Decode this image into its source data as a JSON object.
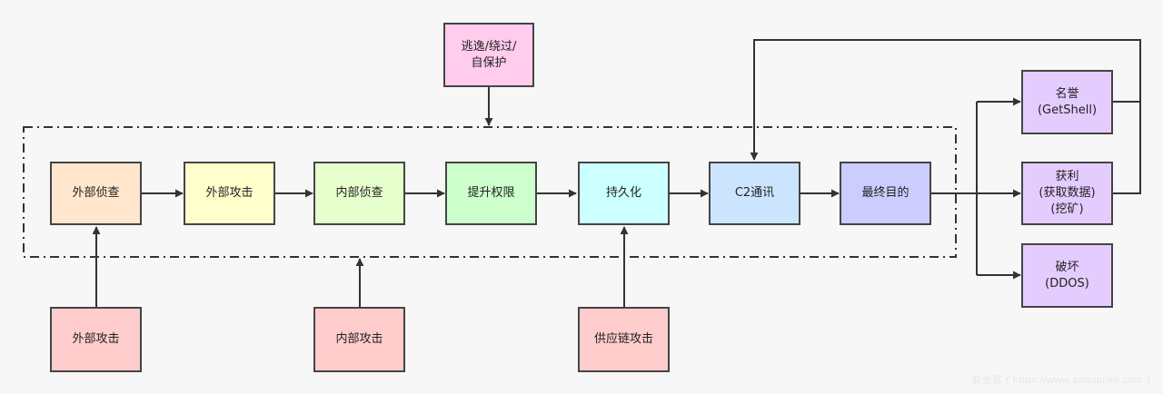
{
  "nodes": {
    "evasion": {
      "lines": [
        "逃逸/绕过/",
        "自保护"
      ],
      "color": "#ffccee"
    },
    "recon_ext": {
      "lines": [
        "外部侦查"
      ],
      "color": "#ffe6cc"
    },
    "attack_ext": {
      "lines": [
        "外部攻击"
      ],
      "color": "#ffffcc"
    },
    "recon_int": {
      "lines": [
        "内部侦查"
      ],
      "color": "#e6ffcc"
    },
    "privesc": {
      "lines": [
        "提升权限"
      ],
      "color": "#ccffcc"
    },
    "persist": {
      "lines": [
        "持久化"
      ],
      "color": "#ccffff"
    },
    "c2": {
      "lines": [
        "C2通讯"
      ],
      "color": "#cce5ff"
    },
    "goal": {
      "lines": [
        "最终目的"
      ],
      "color": "#ccccff"
    },
    "fame": {
      "lines": [
        "名誉",
        "(GetShell)"
      ],
      "color": "#e5ccff"
    },
    "profit": {
      "lines": [
        "获利",
        "(获取数据)",
        "(挖矿)"
      ],
      "color": "#e5ccff"
    },
    "destroy": {
      "lines": [
        "破坏",
        "(DDOS)"
      ],
      "color": "#e5ccff"
    },
    "src_ext": {
      "lines": [
        "外部攻击"
      ],
      "color": "#ffcccc"
    },
    "src_int": {
      "lines": [
        "内部攻击"
      ],
      "color": "#ffcccc"
    },
    "src_supply": {
      "lines": [
        "供应链攻击"
      ],
      "color": "#ffcccc"
    }
  },
  "style": {
    "line_color": "#333333",
    "border_color": "#444444"
  },
  "watermark": "安全客 ( https://www.anquanke.com )"
}
